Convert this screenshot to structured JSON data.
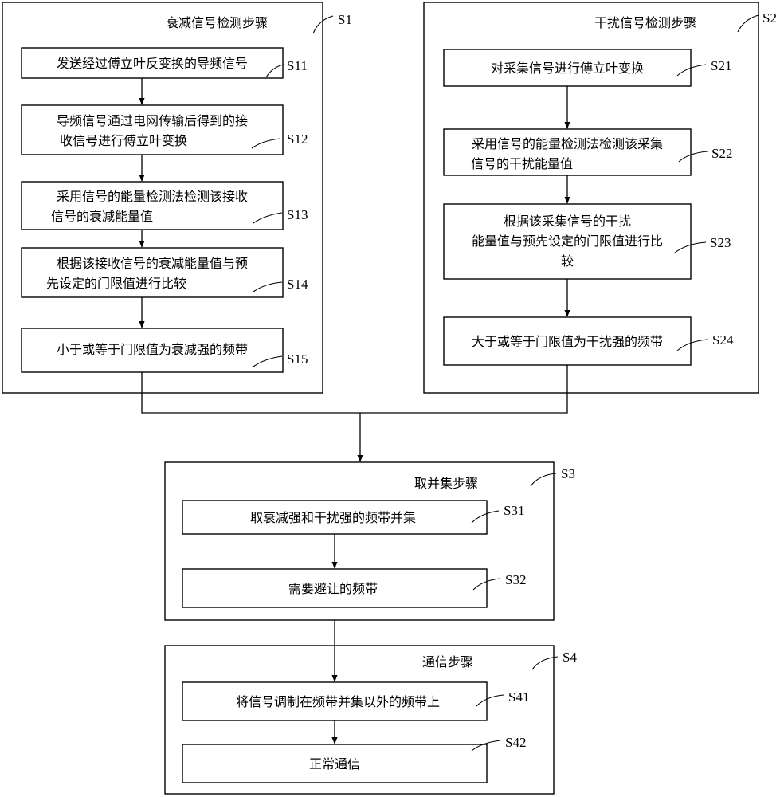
{
  "diagram": {
    "s1": {
      "title": "衰减信号检测步骤",
      "label": "S1",
      "steps": [
        {
          "label": "S11",
          "lines": [
            "发送经过傅立叶反变换的导频信号"
          ]
        },
        {
          "label": "S12",
          "lines": [
            "导频信号通过电网传输后得到的接",
            "收信号进行傅立叶变换"
          ]
        },
        {
          "label": "S13",
          "lines": [
            "采用信号的能量检测法检测该接收",
            "信号的衰减能量值"
          ]
        },
        {
          "label": "S14",
          "lines": [
            "根据该接收信号的衰减能量值与预",
            "先设定的门限值进行比较"
          ]
        },
        {
          "label": "S15",
          "lines": [
            "小于或等于门限值为衰减强的频带"
          ]
        }
      ]
    },
    "s2": {
      "title": "干扰信号检测步骤",
      "label": "S2",
      "steps": [
        {
          "label": "S21",
          "lines": [
            "对采集信号进行傅立叶变换"
          ]
        },
        {
          "label": "S22",
          "lines": [
            "采用信号的能量检测法检测该采集",
            "信号的干扰能量值"
          ]
        },
        {
          "label": "S23",
          "lines": [
            "根据该采集信号的干扰",
            "能量值与预先设定的门限值进行比",
            "较"
          ]
        },
        {
          "label": "S24",
          "lines": [
            "大于或等于门限值为干扰强的频带"
          ]
        }
      ]
    },
    "s3": {
      "title": "取并集步骤",
      "label": "S3",
      "steps": [
        {
          "label": "S31",
          "lines": [
            "取衰减强和干扰强的频带并集"
          ]
        },
        {
          "label": "S32",
          "lines": [
            "需要避让的频带"
          ]
        }
      ]
    },
    "s4": {
      "title": "通信步骤",
      "label": "S4",
      "steps": [
        {
          "label": "S41",
          "lines": [
            "将信号调制在频带并集以外的频带上"
          ]
        },
        {
          "label": "S42",
          "lines": [
            "正常通信"
          ]
        }
      ]
    }
  }
}
